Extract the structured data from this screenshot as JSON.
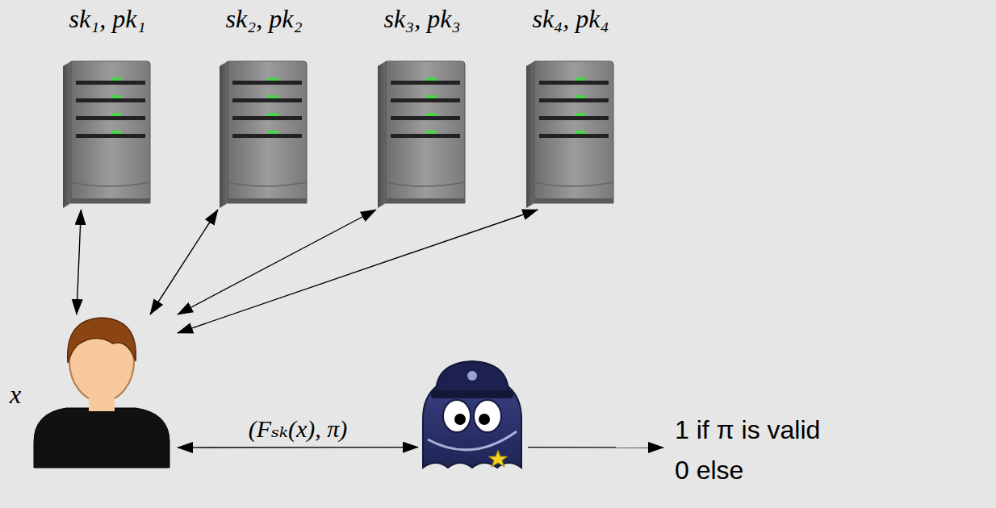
{
  "diagram": {
    "nodes": [
      {
        "text": [
          "sk₁, pk₁"
        ]
      },
      {
        "text": [
          "sk₂, pk₂"
        ]
      },
      {
        "text": [
          "sk₃, pk₃"
        ]
      },
      {
        "text": [
          "sk₄, pk₄"
        ]
      },
      {
        "text": [
          "x"
        ]
      },
      {
        "text": []
      },
      {
        "text": [
          "1 if π is valid",
          "0 else"
        ]
      }
    ],
    "edges": [
      {
        "from": 0,
        "to": 4,
        "arrow": "both"
      },
      {
        "from": 1,
        "to": 4,
        "arrow": "both"
      },
      {
        "from": 2,
        "to": 4,
        "arrow": "both"
      },
      {
        "from": 3,
        "to": 4,
        "arrow": "both"
      },
      {
        "from": 4,
        "to": 5,
        "label": "(Fₛₖ(x), π)",
        "arrow": "both"
      },
      {
        "from": 5,
        "to": 6,
        "arrow": "to"
      }
    ]
  }
}
